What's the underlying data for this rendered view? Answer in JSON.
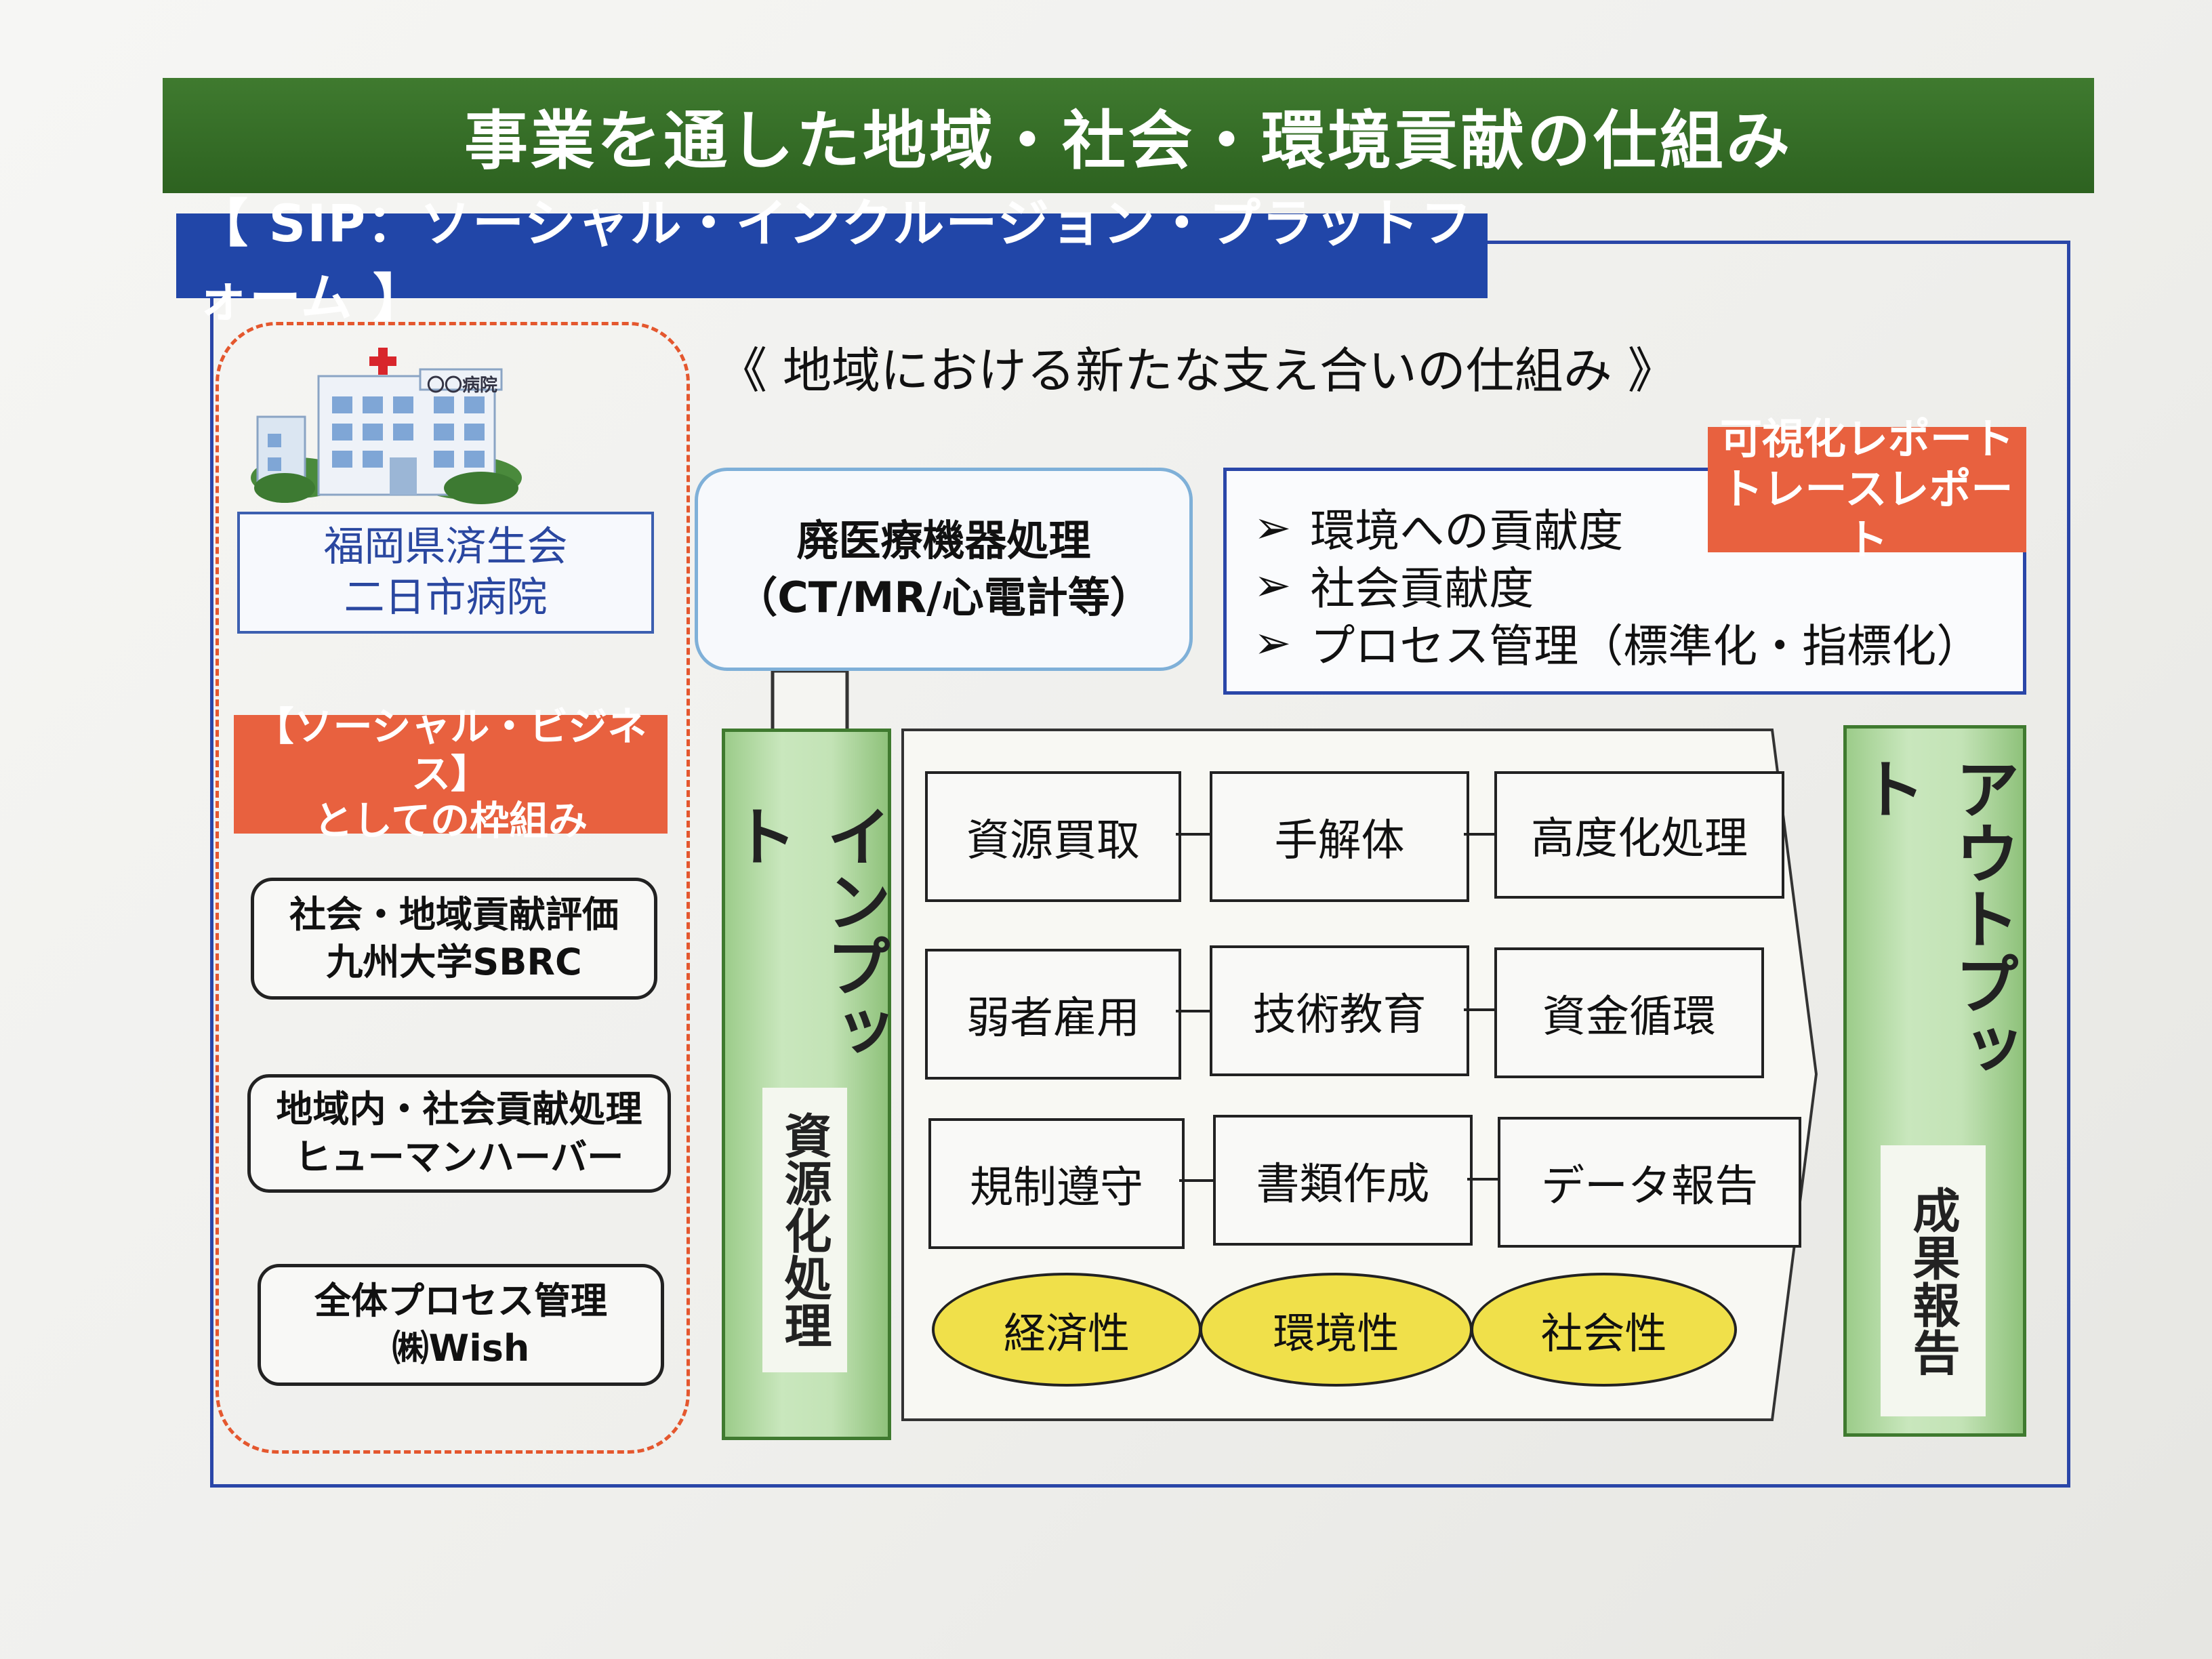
{
  "title": "事業を通した地域・社会・環境貢献の仕組み",
  "sip_header": "【 SIP：ソーシャル・インクルージョン・プラットフォーム 】",
  "subtitle": "《 地域における新たな支え合いの仕組み 》",
  "hospital": {
    "sign": "〇〇病院",
    "name_line1": "福岡県済生会",
    "name_line2": "二日市病院"
  },
  "social_business": {
    "line1": "【ソーシャル・ビジネス】",
    "line2": "としての枠組み"
  },
  "partners": [
    {
      "line1": "社会・地域貢献評価",
      "line2": "九州大学SBRC"
    },
    {
      "line1": "地域内・社会貢献処理",
      "line2": "ヒューマンハーバー"
    },
    {
      "line1": "全体プロセス管理",
      "line2": "㈱Wish"
    }
  ],
  "disposal": {
    "line1": "廃医療機器処理",
    "line2": "（CT/MR/心電計等）"
  },
  "report_tag": {
    "line1": "可視化レポート",
    "line2": "トレースレポート"
  },
  "report_bullets": [
    "環境への貢献度",
    "社会貢献度",
    "プロセス管理（標準化・指標化）"
  ],
  "bullet_marker": "➢",
  "input_column": {
    "label": "インプット",
    "sub": "資源化処理"
  },
  "output_column": {
    "label": "アウトプット",
    "sub": "成果報告"
  },
  "process_rows": [
    [
      "資源買取",
      "手解体",
      "高度化処理"
    ],
    [
      "弱者雇用",
      "技術教育",
      "資金循環"
    ],
    [
      "規制遵守",
      "書類作成",
      "データ報告"
    ]
  ],
  "values": [
    "経済性",
    "環境性",
    "社会性"
  ],
  "colors": {
    "title_green": "#2d6220",
    "sip_blue": "#2146a8",
    "accent_orange": "#e8613f",
    "ellipse_yellow": "#f0e04a",
    "column_green": "#9ccc8a"
  },
  "icons": [
    "hospital-building-icon",
    "red-cross-icon",
    "arrow-down-icon",
    "chevron-panel-icon"
  ]
}
